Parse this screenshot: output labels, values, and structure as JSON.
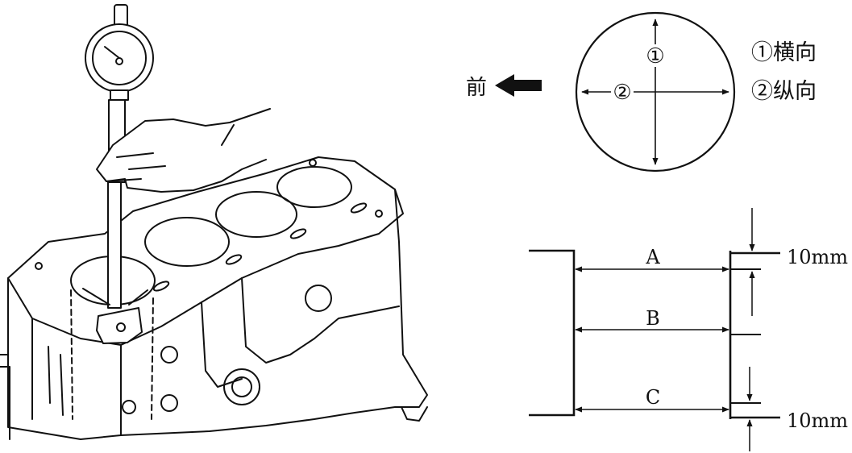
{
  "direction": {
    "front_label": "前"
  },
  "cylinder_circle": {
    "marker_1": "①",
    "marker_2": "②",
    "legend": [
      {
        "text": "①横向"
      },
      {
        "text": "②纵向"
      }
    ]
  },
  "bore_section": {
    "positions": [
      "A",
      "B",
      "C"
    ],
    "top_offset": "10mm",
    "bottom_offset": "10mm"
  },
  "colors": {
    "ink": "#111111",
    "paper": "#ffffff"
  }
}
